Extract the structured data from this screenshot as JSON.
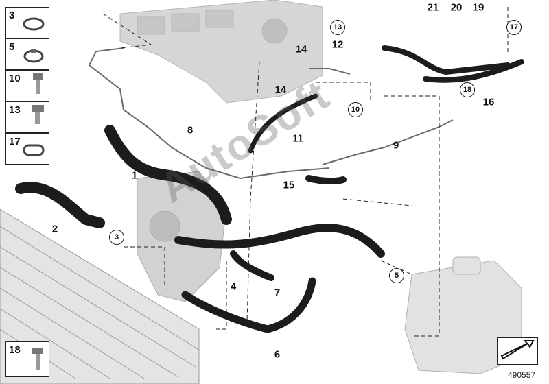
{
  "legend": [
    {
      "num": "3",
      "icon": "hose-clamp-icon"
    },
    {
      "num": "5",
      "icon": "spring-clamp-icon"
    },
    {
      "num": "10",
      "icon": "hex-bolt-icon"
    },
    {
      "num": "13",
      "icon": "hex-bolt-short-icon"
    },
    {
      "num": "17",
      "icon": "band-clamp-icon"
    }
  ],
  "legend_bottom": {
    "num": "18",
    "icon": "collar-bolt-icon"
  },
  "callouts": {
    "n1": "1",
    "n2": "2",
    "n4": "4",
    "n6": "6",
    "n7": "7",
    "n8": "8",
    "n9": "9",
    "n11": "11",
    "n12": "12",
    "n14a": "14",
    "n14b": "14",
    "n15": "15",
    "n16": "16",
    "n19": "19",
    "n20": "20",
    "n21": "21"
  },
  "circled": {
    "c13": "13",
    "c17": "17",
    "c18": "18",
    "c10": "10",
    "c3": "3",
    "c5": "5"
  },
  "watermark": "AutoSoft",
  "diagram_id": "490557",
  "colors": {
    "hose": "#1c1c1c",
    "engine": "#c9c9c9",
    "line": "#222222"
  }
}
